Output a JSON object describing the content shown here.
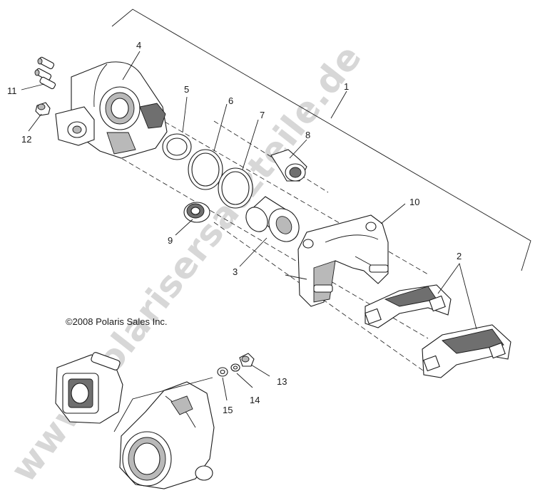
{
  "copyright": "©2008 Polaris Sales Inc.",
  "watermark": "www.polarisersatzteile.de",
  "callouts": {
    "c1": "1",
    "c2": "2",
    "c3": "3",
    "c4": "4",
    "c5": "5",
    "c6": "6",
    "c7": "7",
    "c8": "8",
    "c9": "9",
    "c10": "10",
    "c11": "11",
    "c12": "12",
    "c13": "13",
    "c14": "14",
    "c15": "15"
  }
}
